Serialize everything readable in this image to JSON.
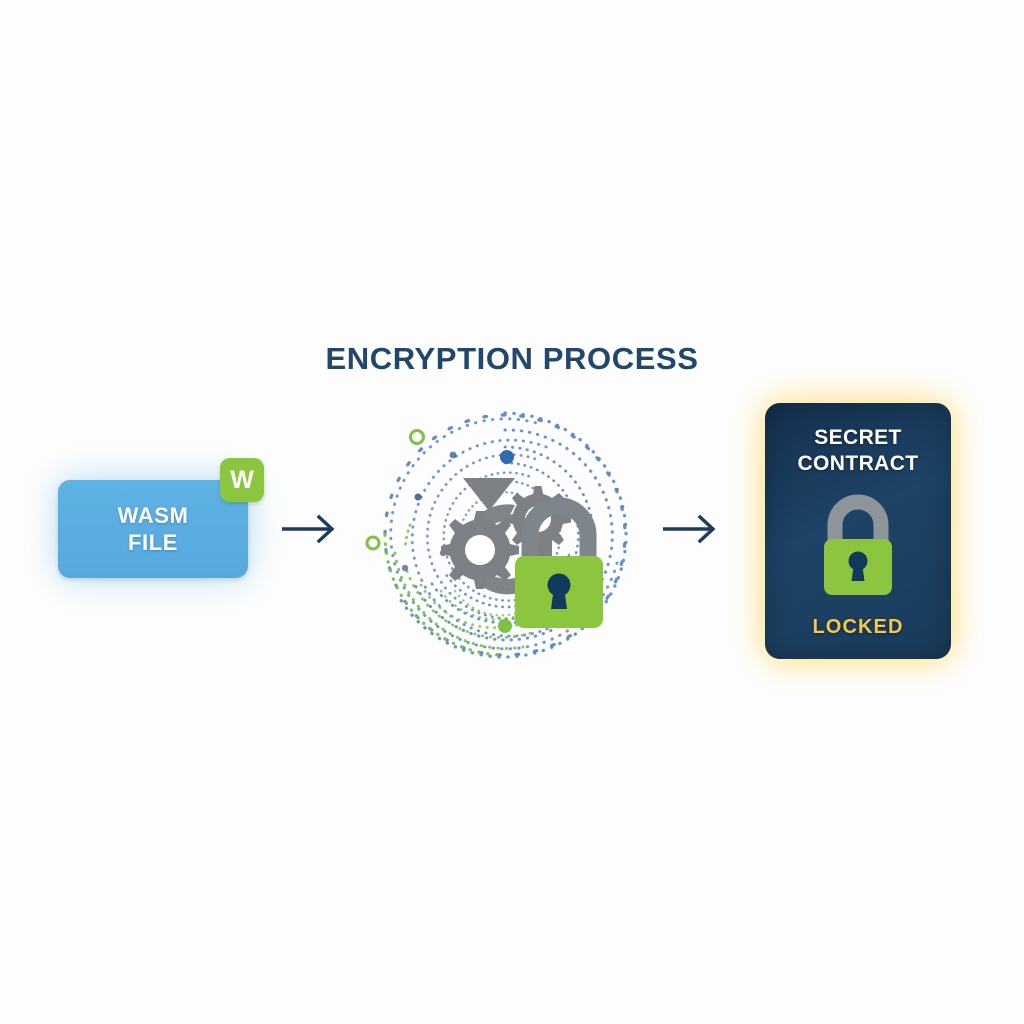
{
  "diagram": {
    "title": "ENCRYPTION PROCESS",
    "background_color": "#fdfdfd",
    "title_color": "#21476d"
  },
  "source_node": {
    "label_line1": "WASM",
    "label_line2": "FILE",
    "box_color": "#57a8de",
    "text_color": "#ffffff",
    "glow_color": "#79c0ea",
    "badge": {
      "letter": "W",
      "icon_name": "wasm-badge-icon",
      "color": "#8cc63f",
      "text_color": "#ffffff"
    }
  },
  "connectors": [
    {
      "name": "arrow-wasm-to-process",
      "color": "#1d3c5c"
    },
    {
      "name": "arrow-process-to-contract",
      "color": "#1d3c5c"
    }
  ],
  "process_node": {
    "icon_name": "gears-and-padlock-icon",
    "gear_color": "#7d8084",
    "padlock_body_color": "#8cc63f",
    "padlock_shackle_color": "#7f868b",
    "keyhole_color": "#123a5c",
    "orbit_blue_color": "#5b87c5",
    "orbit_green_color": "#7dc242",
    "marker_blue_color": "#2f6bb0",
    "marker_green_color": "#7dc242"
  },
  "result_node": {
    "title_line1": "SECRET",
    "title_line2": "CONTRACT",
    "status": "LOCKED",
    "card_color": "#1b3d5e",
    "title_color": "#ffffff",
    "status_color": "#f4c84b",
    "glow_color": "#ffd54a",
    "icon_name": "padlock-locked-icon",
    "padlock_body_color": "#8cc63f",
    "padlock_shackle_color": "#8d959b",
    "keyhole_color": "#123a5c"
  }
}
